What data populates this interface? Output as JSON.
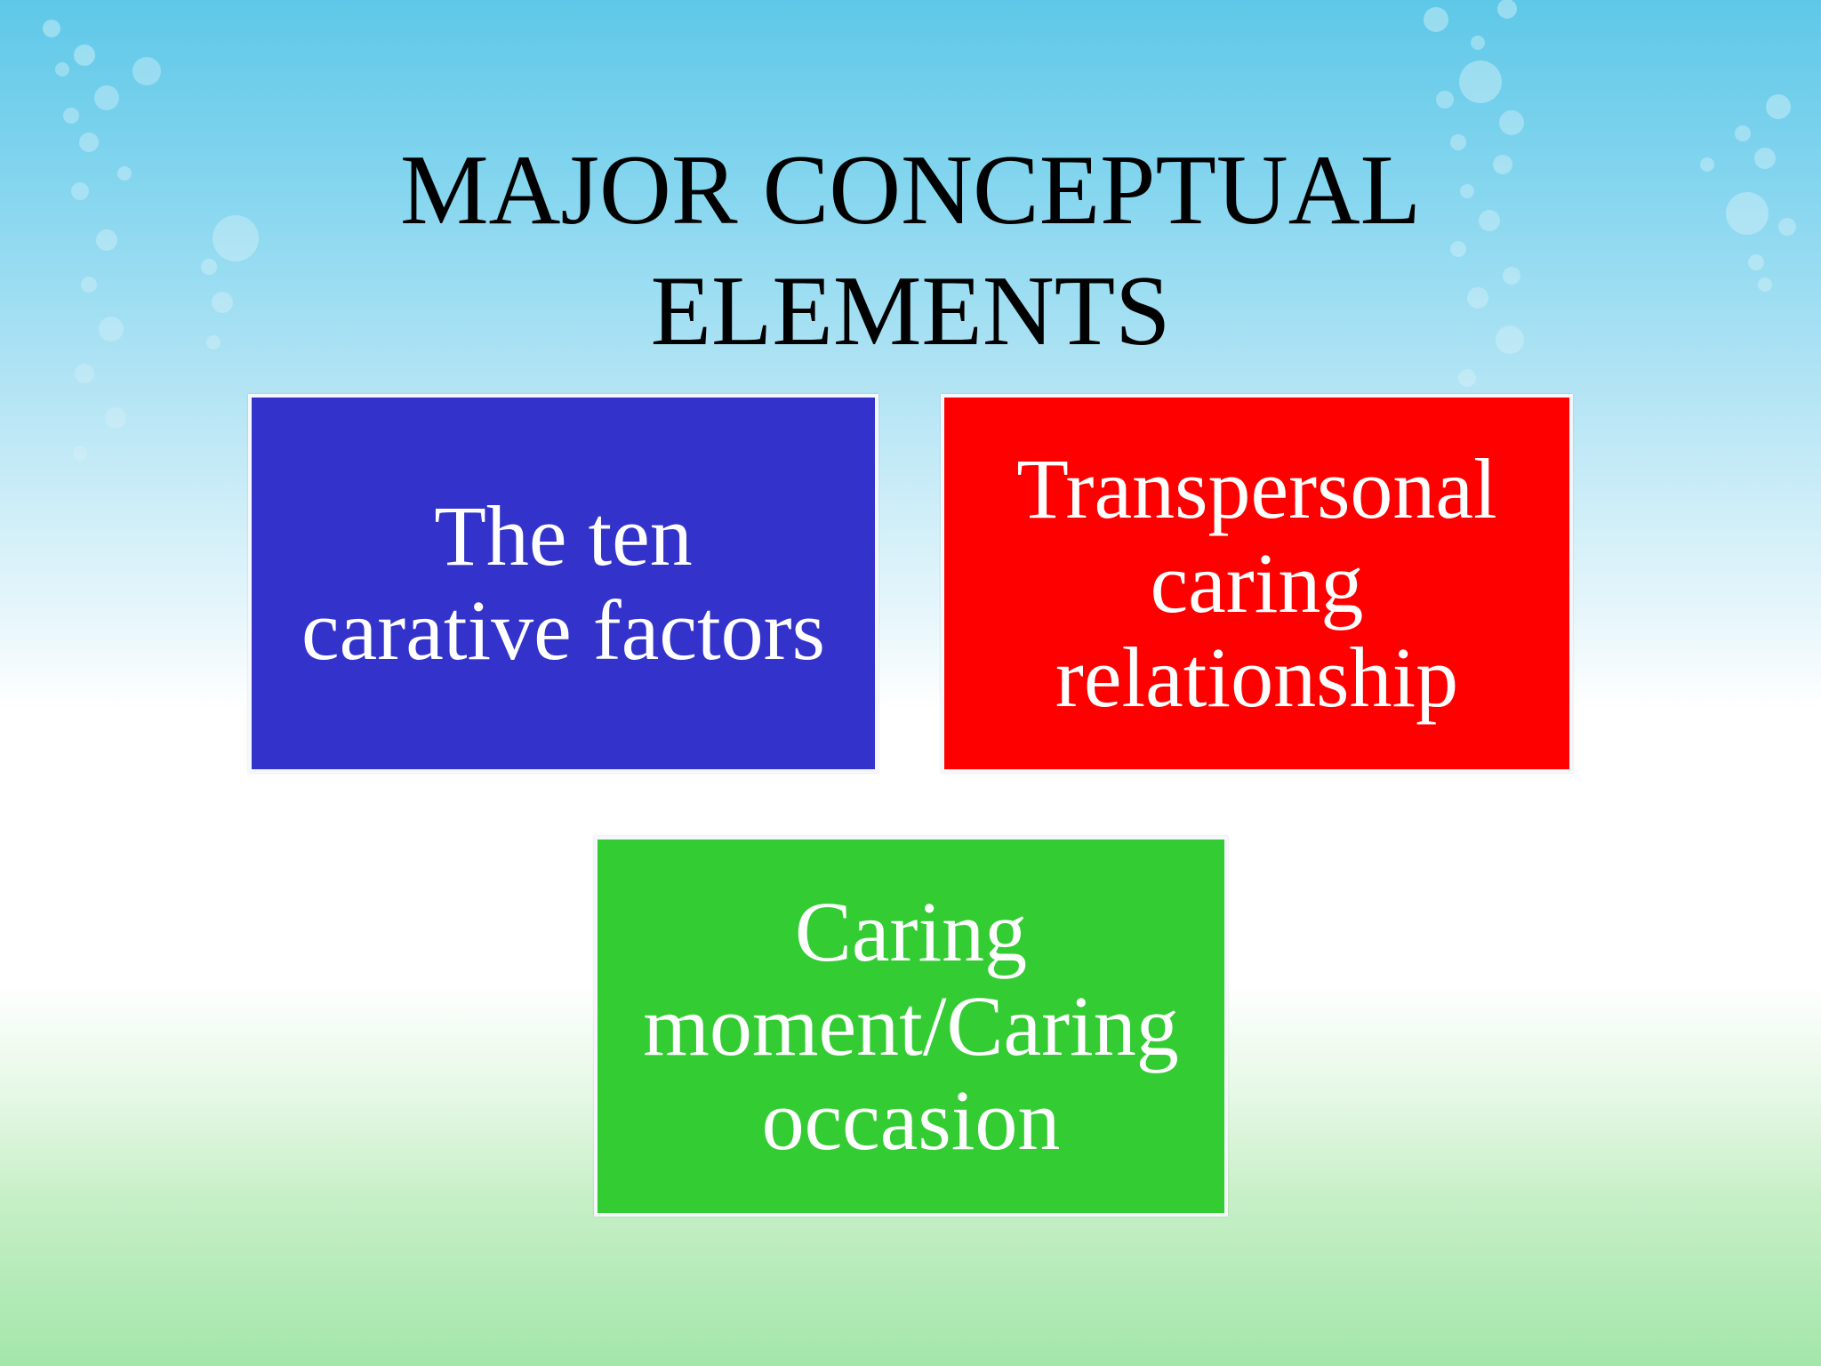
{
  "title": {
    "line1": "MAJOR CONCEPTUAL",
    "line2": "ELEMENTS"
  },
  "boxes": [
    {
      "lines": [
        "The ten",
        "carative factors"
      ],
      "color": "#3333cc"
    },
    {
      "lines": [
        "Transpersonal",
        "caring",
        "relationship"
      ],
      "color": "#ff0000"
    },
    {
      "lines": [
        "Caring",
        "moment/Caring",
        "occasion"
      ],
      "color": "#33cc33"
    }
  ]
}
